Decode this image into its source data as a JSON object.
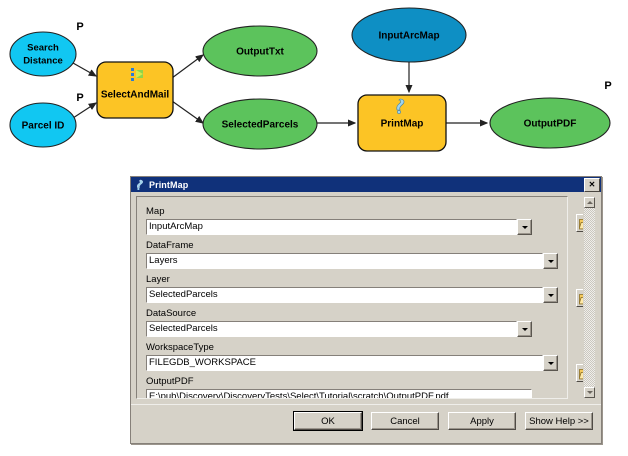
{
  "model": {
    "nodes": [
      {
        "id": "search-distance",
        "label": "Search\nDistance",
        "type": "input-variable",
        "param": "P"
      },
      {
        "id": "parcel-id",
        "label": "Parcel ID",
        "type": "input-variable",
        "param": "P"
      },
      {
        "id": "select-and-mail",
        "label": "SelectAndMail",
        "type": "script-tool"
      },
      {
        "id": "output-txt",
        "label": "OutputTxt",
        "type": "derived-variable"
      },
      {
        "id": "selected-parcels",
        "label": "SelectedParcels",
        "type": "derived-variable"
      },
      {
        "id": "input-arcmap",
        "label": "InputArcMap",
        "type": "input-variable"
      },
      {
        "id": "print-map",
        "label": "PrintMap",
        "type": "script-tool"
      },
      {
        "id": "output-pdf",
        "label": "OutputPDF",
        "type": "derived-variable",
        "param": "P"
      }
    ],
    "colors": {
      "input_variable": "#11c7f2",
      "input_variable_alt": "#0e8fc4",
      "derived_variable": "#5cc35c",
      "tool": "#fcc425",
      "outline": "#222222"
    }
  },
  "dialog": {
    "title": "PrintMap",
    "close_label": "✕",
    "fields": [
      {
        "name": "map",
        "label": "Map",
        "value": "InputArcMap",
        "control": "combo",
        "browse": true
      },
      {
        "name": "dataframe",
        "label": "DataFrame",
        "value": "Layers",
        "control": "combo",
        "browse": false
      },
      {
        "name": "layer",
        "label": "Layer",
        "value": "SelectedParcels",
        "control": "combo",
        "browse": false
      },
      {
        "name": "datasource",
        "label": "DataSource",
        "value": "SelectedParcels",
        "control": "combo",
        "browse": true
      },
      {
        "name": "workspacetype",
        "label": "WorkspaceType",
        "value": "FILEGDB_WORKSPACE",
        "control": "combo",
        "browse": false
      },
      {
        "name": "outputpdf",
        "label": "OutputPDF",
        "value": "E:\\pub\\Discovery\\DiscoveryTests\\Select\\Tutorial\\scratch\\OutputPDF.pdf",
        "control": "text",
        "browse": true
      }
    ],
    "buttons": [
      {
        "name": "ok",
        "label": "OK",
        "default": true
      },
      {
        "name": "cancel",
        "label": "Cancel",
        "default": false
      },
      {
        "name": "apply",
        "label": "Apply",
        "default": false
      },
      {
        "name": "show-help",
        "label": "Show Help >>",
        "default": false
      }
    ],
    "scrollbar": {
      "up": "▲",
      "down": "▼"
    }
  }
}
